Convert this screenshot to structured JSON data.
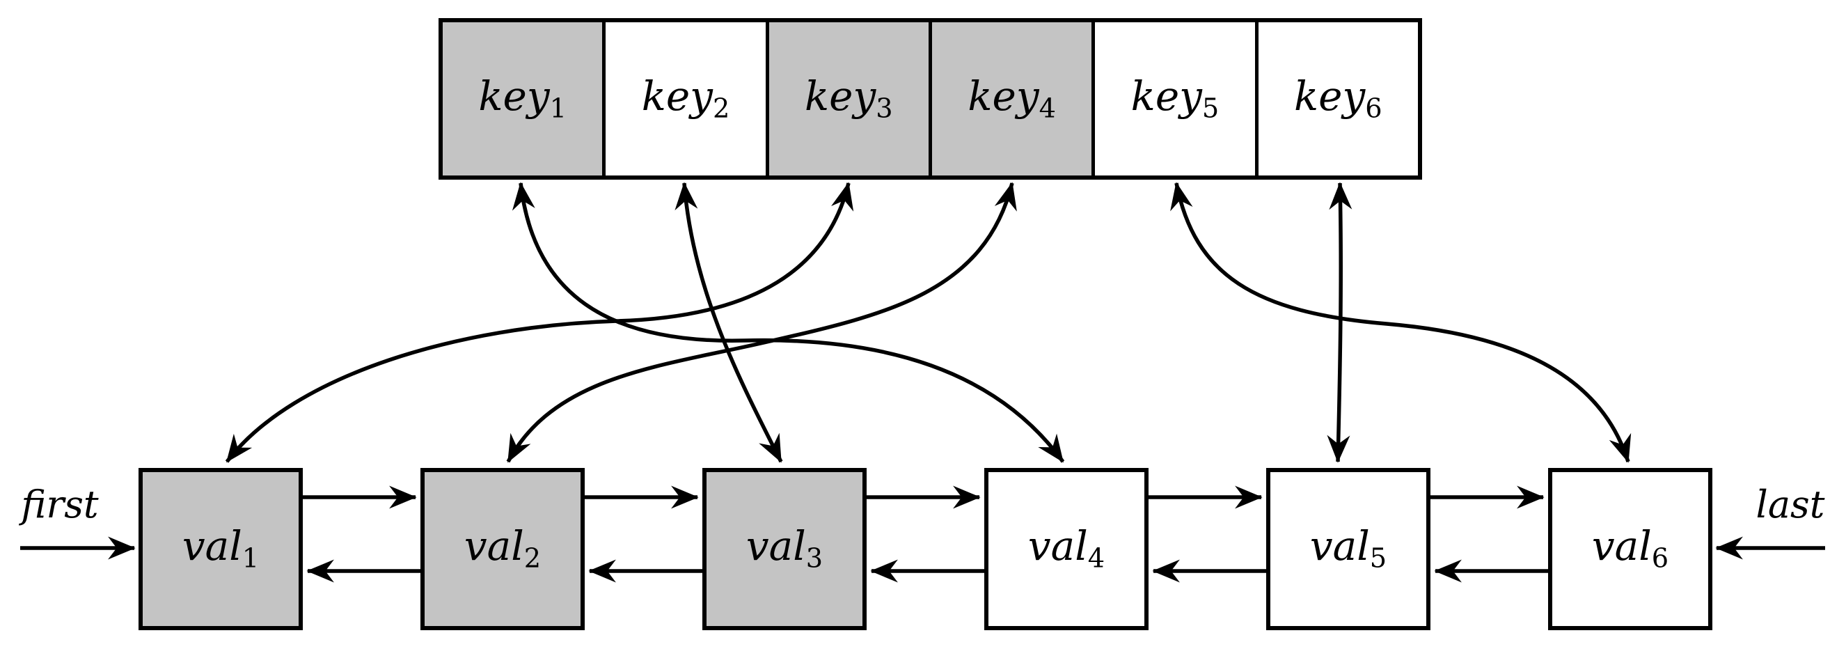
{
  "diagram": {
    "description": "Hash table key array linked bidirectionally to a doubly linked list of value nodes",
    "structure": "array-of-keys over doubly-linked-list-of-values"
  },
  "keys": [
    {
      "base": "key",
      "sub": "1",
      "shaded": true
    },
    {
      "base": "key",
      "sub": "2",
      "shaded": false
    },
    {
      "base": "key",
      "sub": "3",
      "shaded": true
    },
    {
      "base": "key",
      "sub": "4",
      "shaded": true
    },
    {
      "base": "key",
      "sub": "5",
      "shaded": false
    },
    {
      "base": "key",
      "sub": "6",
      "shaded": false
    }
  ],
  "vals": [
    {
      "base": "val",
      "sub": "1",
      "shaded": true
    },
    {
      "base": "val",
      "sub": "2",
      "shaded": true
    },
    {
      "base": "val",
      "sub": "3",
      "shaded": true
    },
    {
      "base": "val",
      "sub": "4",
      "shaded": false
    },
    {
      "base": "val",
      "sub": "5",
      "shaded": false
    },
    {
      "base": "val",
      "sub": "6",
      "shaded": false
    }
  ],
  "links": [
    {
      "from": "key1",
      "to": "val4",
      "bidirectional": true
    },
    {
      "from": "key2",
      "to": "val3",
      "bidirectional": true
    },
    {
      "from": "key3",
      "to": "val1",
      "bidirectional": true
    },
    {
      "from": "key4",
      "to": "val2",
      "bidirectional": true
    },
    {
      "from": "key5",
      "to": "val6",
      "bidirectional": true
    },
    {
      "from": "key6",
      "to": "val5",
      "bidirectional": true
    }
  ],
  "list_links": {
    "forward": [
      "val1→val2",
      "val2→val3",
      "val3→val4",
      "val4→val5",
      "val5→val6"
    ],
    "backward": [
      "val2→val1",
      "val3→val2",
      "val4→val3",
      "val5→val4",
      "val6→val5"
    ]
  },
  "pointers": {
    "first_label": "first",
    "last_label": "last"
  },
  "colors": {
    "shaded_fill": "#c4c4c4",
    "node_fill": "#ffffff",
    "line": "#000000",
    "background": "#ffffff"
  }
}
